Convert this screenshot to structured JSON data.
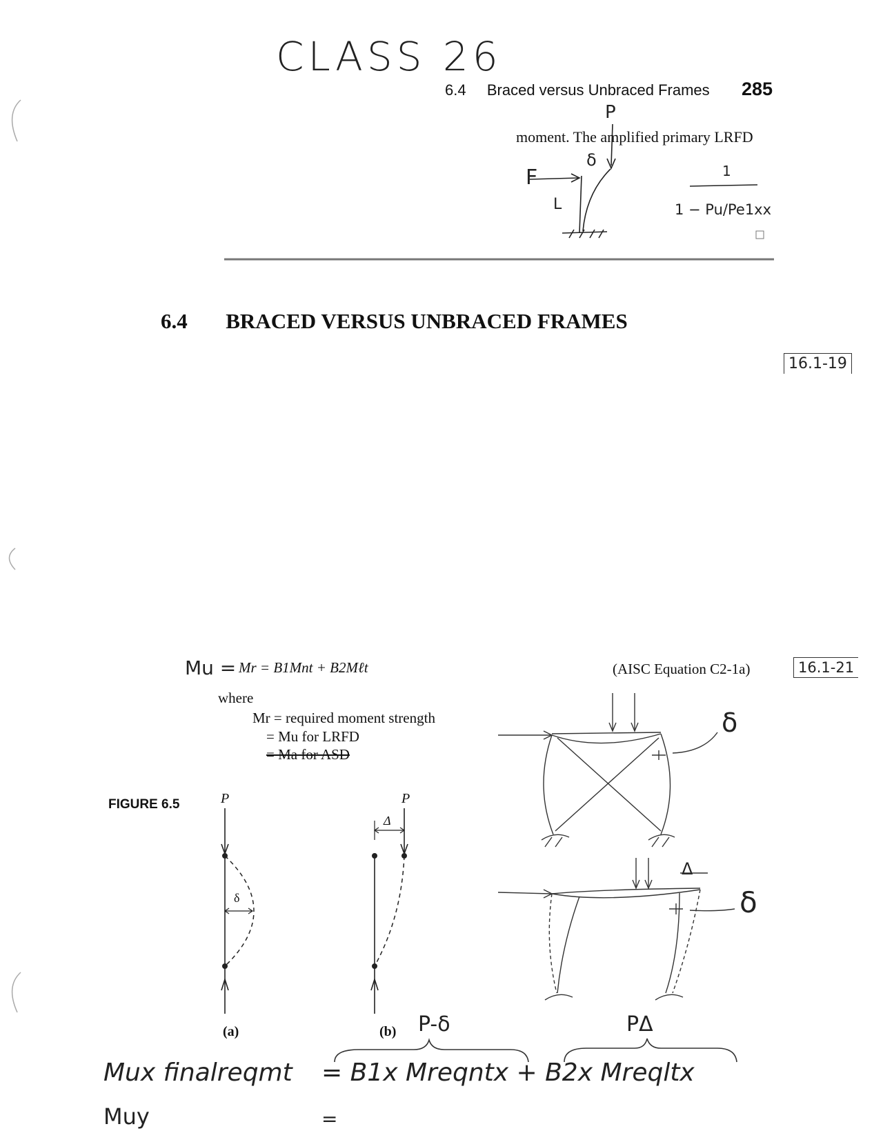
{
  "handwritten": {
    "class_title": "CLASS 26",
    "load_p": "P",
    "delta_small": "δ",
    "force_f": "F",
    "length_l": "L",
    "fraction_num": "1",
    "fraction_den": "1 − Pu/Pe1xx",
    "ref_top": "16.1-19",
    "mu_prefix": "Mu =",
    "ref_eq": "16.1-21",
    "delta_braced": "δ",
    "delta_unbraced_top": "Δ",
    "delta_unbraced": "δ",
    "p_delta_small": "P-δ",
    "p_delta_big": "PΔ",
    "final_left": "Mux finalreqmt",
    "final_right": "= B1x Mreqntx + B2x Mreqltx",
    "bottom_left": "Muy",
    "bottom_eq": "="
  },
  "page_header": {
    "section": "6.4",
    "title": "Braced versus Unbraced Frames",
    "page_number": "285"
  },
  "top_text": "moment. The amplified primary LRFD",
  "section_heading": {
    "number": "6.4",
    "title": "BRACED VERSUS UNBRACED FRAMES"
  },
  "equation": {
    "body": "Mr = B1Mnt + B2Mℓt",
    "label": "(AISC Equation C2-1a)"
  },
  "where": {
    "label": "where",
    "line1": "Mr = required moment strength",
    "line2": "= Mu for LRFD",
    "line3": "= Ma for ASD"
  },
  "figure": {
    "label": "FIGURE 6.5",
    "a": {
      "load": "P",
      "delta": "δ",
      "caption": "(a)"
    },
    "b": {
      "load": "P",
      "delta": "Δ",
      "caption": "(b)"
    }
  }
}
